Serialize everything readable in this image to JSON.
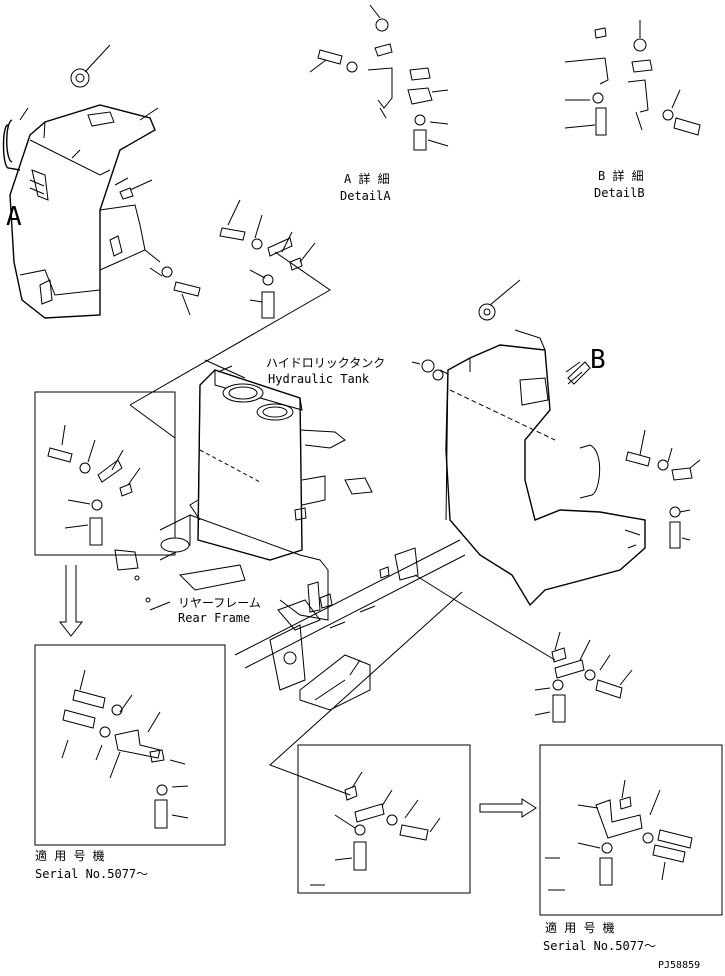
{
  "labels": {
    "detail_a_jp": "A 詳 細",
    "detail_a_en": "DetailA",
    "detail_b_jp": "B 詳 細",
    "detail_b_en": "DetailB",
    "hydraulic_tank_jp": "ハイドロリックタンク",
    "hydraulic_tank_en": "Hydraulic Tank",
    "rear_frame_jp": "リヤーフレーム",
    "rear_frame_en": "Rear Frame",
    "view_a": "A",
    "view_b": "B",
    "serial_jp_1": "適 用 号 機",
    "serial_en_1": "Serial No.5077～",
    "serial_jp_2": "適 用 号 機",
    "serial_en_2": "Serial No.5077～",
    "drawing_code": "PJ58859"
  }
}
